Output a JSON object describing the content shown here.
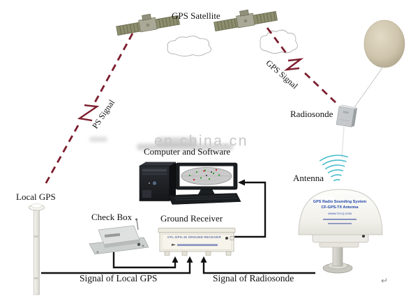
{
  "watermark": {
    "text": "en.china.cn"
  },
  "labels": {
    "gps_satellite": "GPS Satellite",
    "gps_signal_right": "GPS Signal",
    "gps_signal_left": "PS Signal",
    "radiosonde": "Radiosonde",
    "antenna": "Antenna",
    "local_gps": "Local GPS",
    "computer": "Computer and Software",
    "check_box": "Check Box",
    "ground_receiver": "Ground Receiver",
    "signal_local_gps": "Signal of Local GPS",
    "signal_radiosonde": "Signal of Radiosonde",
    "return_mark": "↵"
  },
  "device_text": {
    "receiver_panel": "CFL-GPS-JS GROUND RECEIVER",
    "dome_line1": "GPS Radio Sounding System",
    "dome_line2": "CF-GPS-TX Antenna",
    "dome_line3": "WWW.TKYQ.COM"
  },
  "colors": {
    "dashed_signal": "#7c1d2d",
    "connector": "#111111",
    "satellite_panel": "#8d8e6e",
    "balloon": "#cfc5ad",
    "wave": "#35b6c9",
    "dome_text": "#2146a8",
    "watermark": "#c7c7c7",
    "label_text": "#111111"
  }
}
